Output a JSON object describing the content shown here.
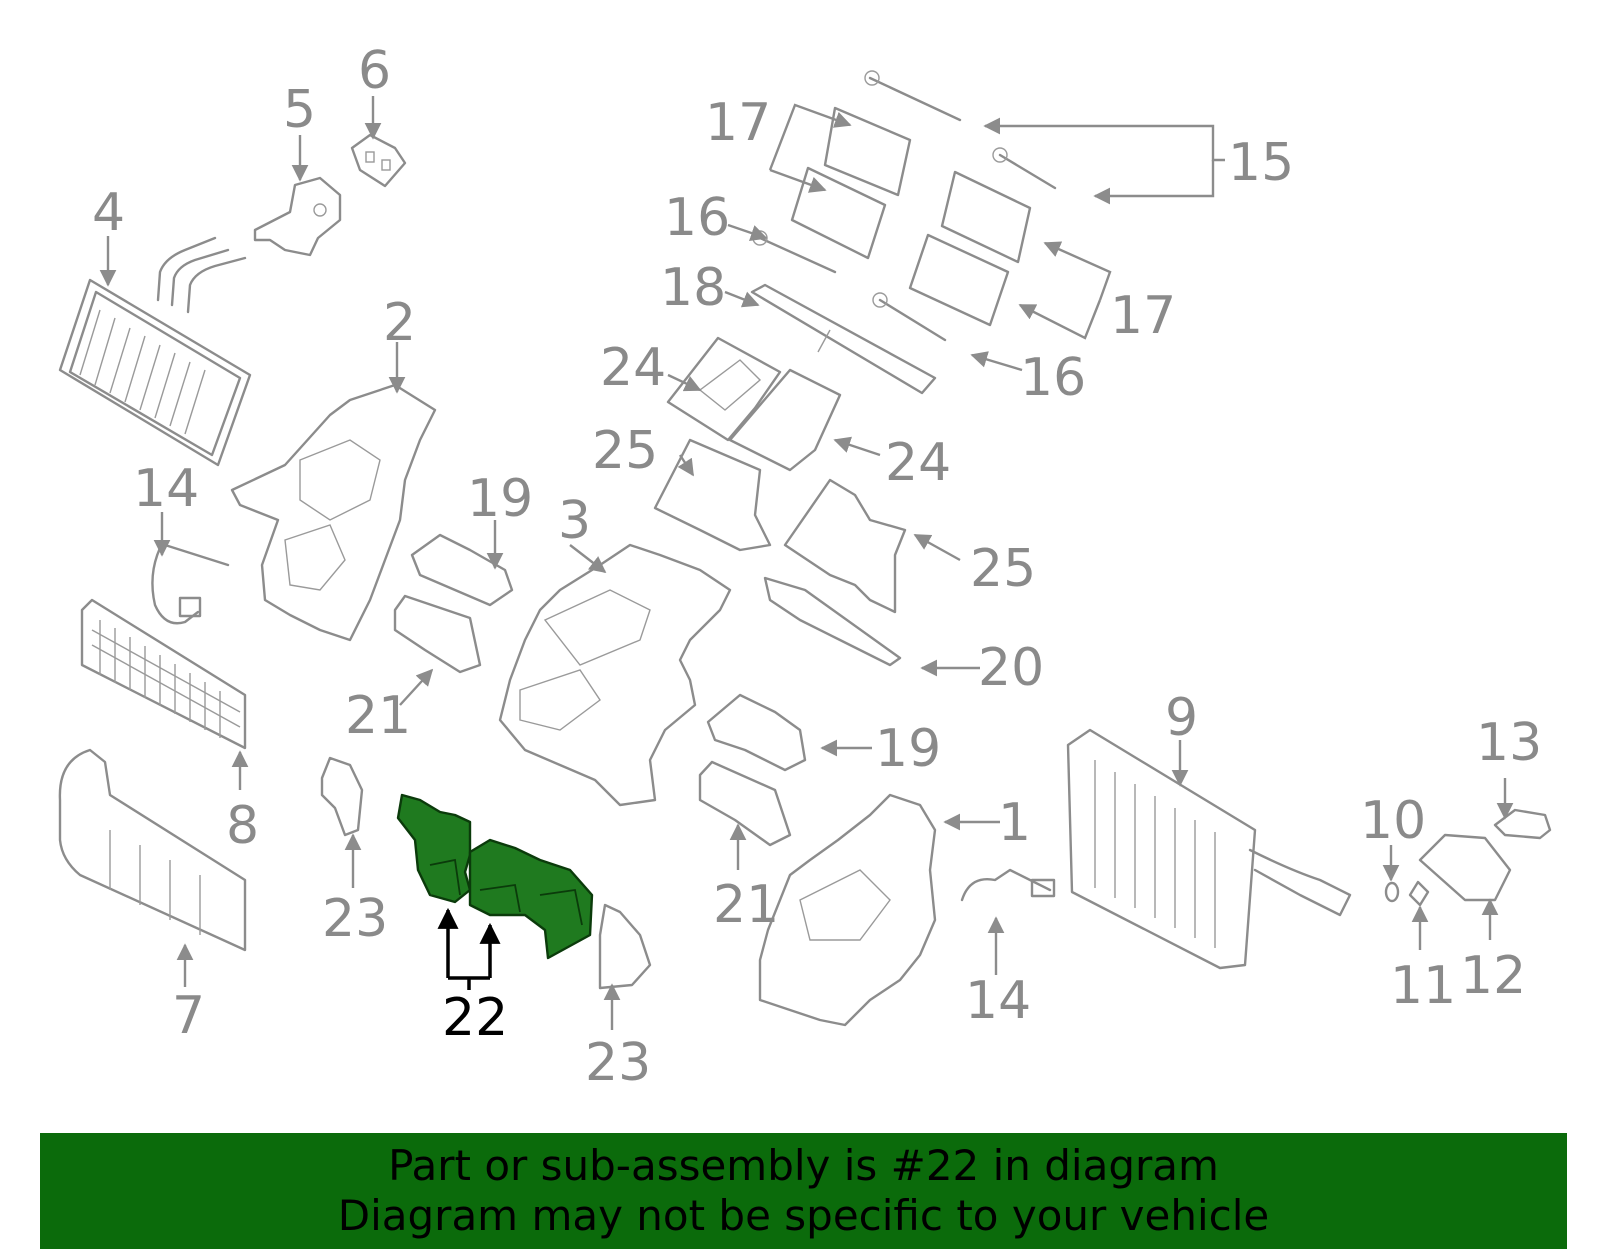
{
  "diagram": {
    "callouts": [
      "1",
      "2",
      "3",
      "4",
      "5",
      "6",
      "7",
      "8",
      "9",
      "10",
      "11",
      "12",
      "13",
      "14",
      "14",
      "15",
      "16",
      "16",
      "17",
      "17",
      "18",
      "19",
      "19",
      "20",
      "21",
      "21",
      "22",
      "23",
      "23",
      "24",
      "24",
      "25",
      "25"
    ],
    "highlighted_callout": "22",
    "colors": {
      "highlight_fill": "#1f7a1f",
      "line": "#8c8c8c",
      "banner_bg": "#0b6b0b"
    }
  },
  "banner": {
    "line1": "Part or sub-assembly is #22 in diagram",
    "line2": "Diagram may not be specific to your vehicle"
  }
}
